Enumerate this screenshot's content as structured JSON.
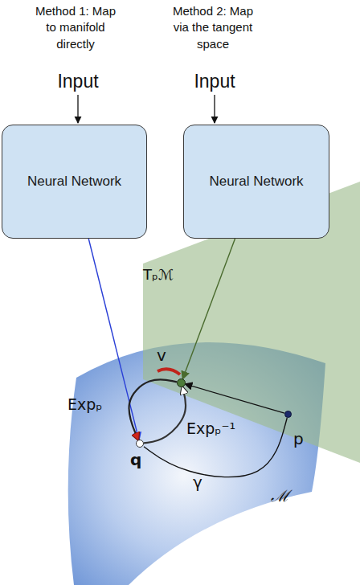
{
  "diagram": {
    "nodes": [
      {
        "text": [
          "Neural Network"
        ]
      },
      {
        "text": [
          "Neural Network"
        ]
      },
      {
        "text": [
          "v"
        ]
      },
      {
        "text": [
          "p"
        ]
      },
      {
        "text": [
          "q"
        ]
      }
    ],
    "edges": [
      {
        "from": 0,
        "to": 4,
        "arrow": "to"
      },
      {
        "from": 1,
        "to": 2,
        "arrow": "to"
      },
      {
        "from": 3,
        "to": 2,
        "arrow": "to"
      },
      {
        "from": 2,
        "to": 4,
        "label": "Expₚ",
        "arrow": "to"
      },
      {
        "from": 4,
        "to": 2,
        "label": "Expₚ⁻¹",
        "arrow": "to"
      },
      {
        "from": 3,
        "to": 4,
        "label": "γ",
        "arrow": "none"
      }
    ],
    "labels": [
      "Method 1: Map to manifold directly",
      "Method 2: Map via the tangent space",
      "Input",
      "Input",
      "Tₚℳ",
      "ℳ"
    ]
  }
}
